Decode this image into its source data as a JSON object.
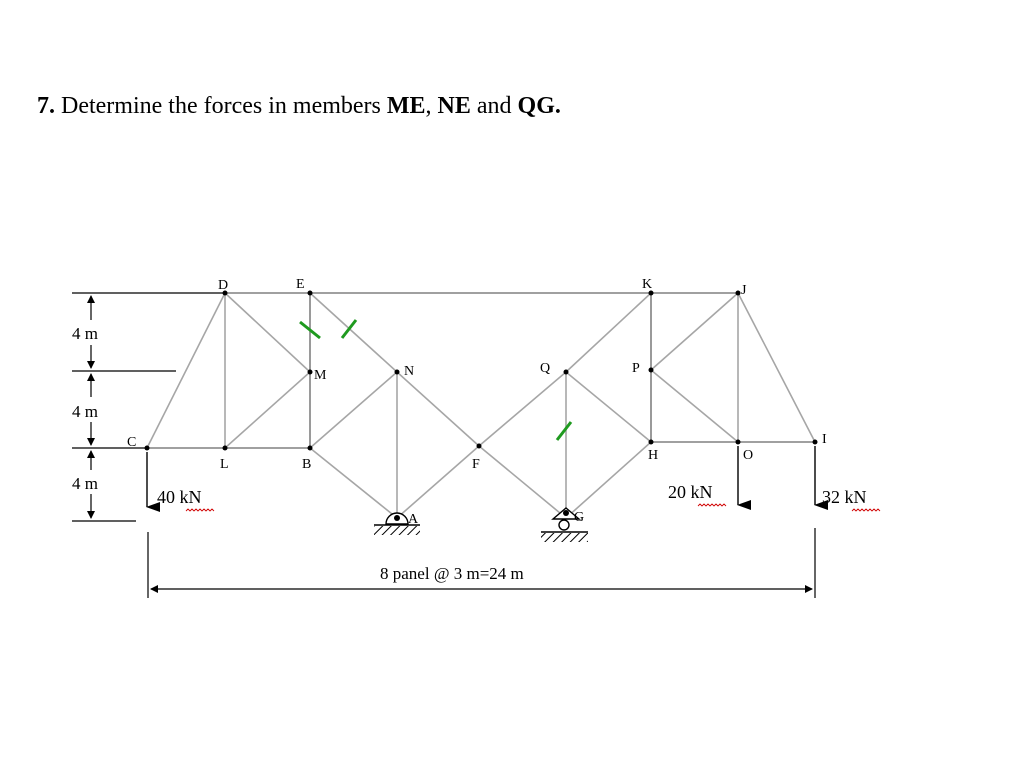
{
  "problem": {
    "number": "7.",
    "text_before": " Determine the forces in members ",
    "member_1": "ME",
    "sep_1": ", ",
    "member_2": "NE",
    "sep_2": " and ",
    "member_3": "QG."
  },
  "nodes": {
    "A": "A",
    "B": "B",
    "C": "C",
    "D": "D",
    "E": "E",
    "F": "F",
    "G": "G",
    "H": "H",
    "I": "I",
    "J": "J",
    "K": "K",
    "L": "L",
    "M": "M",
    "N": "N",
    "O": "O",
    "P": "P",
    "Q": "Q"
  },
  "dimensions": {
    "height_1": "4 m",
    "height_2": "4 m",
    "height_3": "4 m",
    "span": "8 panel @ 3 m=24 m"
  },
  "loads": {
    "at_C": "40 kN",
    "at_O": "20 kN",
    "at_I": "32 kN"
  },
  "colors": {
    "member": "#a6a6a6",
    "cut_mark": "#1f9a1f",
    "spell_underline": "#d00000"
  }
}
